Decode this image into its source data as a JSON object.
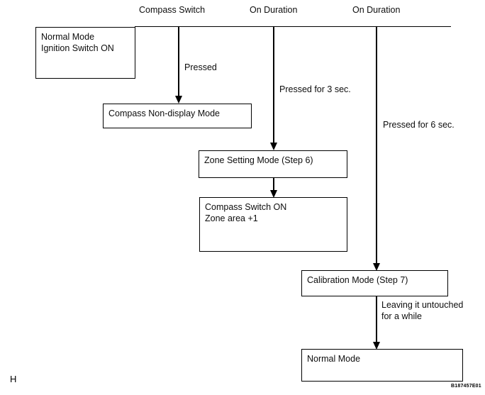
{
  "figure": {
    "corner_mark": "H",
    "figure_id": "B187457E01"
  },
  "columns": [
    {
      "label": "Compass Switch"
    },
    {
      "label": "On Duration"
    },
    {
      "label": "On Duration"
    }
  ],
  "nodes": [
    {
      "id": "normal-mode-ignition",
      "lines": [
        "Normal Mode",
        "Ignition Switch ON"
      ]
    },
    {
      "id": "compass-non-display-mode",
      "lines": [
        "Compass Non-display Mode"
      ]
    },
    {
      "id": "zone-setting-mode",
      "lines": [
        "Zone Setting Mode (Step 6)"
      ]
    },
    {
      "id": "compass-switch-on",
      "lines": [
        "Compass Switch ON",
        "Zone area +1"
      ]
    },
    {
      "id": "calibration-mode",
      "lines": [
        "Calibration Mode (Step 7)"
      ]
    },
    {
      "id": "normal-mode-final",
      "lines": [
        "Normal Mode"
      ]
    }
  ],
  "edges": [
    {
      "id": "pressed",
      "label": "Pressed"
    },
    {
      "id": "pressed-3-sec",
      "label": "Pressed for 3 sec."
    },
    {
      "id": "pressed-6-sec",
      "label": "Pressed for 6 sec."
    },
    {
      "id": "untouched",
      "label_line1": "Leaving it untouched",
      "label_line2": "for a while"
    }
  ]
}
